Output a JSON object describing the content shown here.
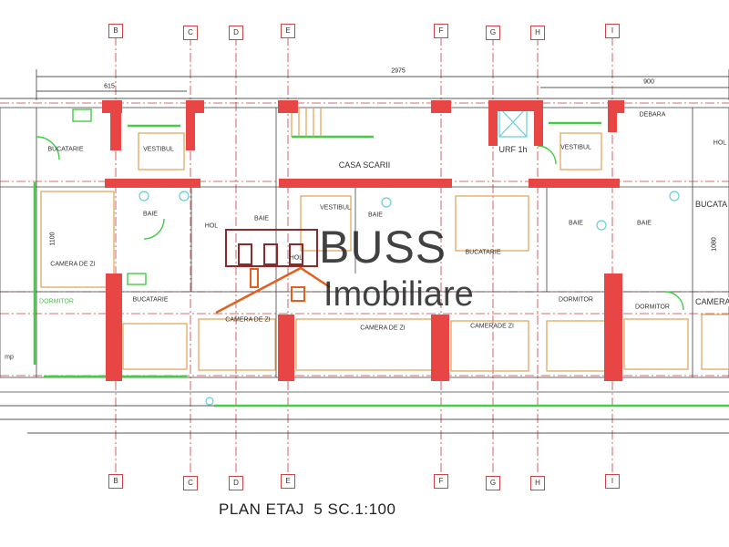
{
  "drawing": {
    "title": "PLAN ETAJ  5 SC.1:100",
    "axes": [
      "B",
      "C",
      "D",
      "E",
      "F",
      "G",
      "H",
      "I"
    ],
    "dimensions": {
      "overall": "2975",
      "left": "615",
      "right": "900",
      "left_vertical": "1100",
      "right_vertical": "1080"
    },
    "rooms": [
      {
        "name": "BUCATARIE"
      },
      {
        "name": "VESTIBUL"
      },
      {
        "name": "CASA SCARII"
      },
      {
        "name": "URF 1h"
      },
      {
        "name": "VESTIBUL"
      },
      {
        "name": "DEBARA"
      },
      {
        "name": "HOL"
      },
      {
        "name": "BUCATA"
      },
      {
        "name": "BAIE"
      },
      {
        "name": "HOL"
      },
      {
        "name": "BAIE"
      },
      {
        "name": "VESTIBUL"
      },
      {
        "name": "BAIE"
      },
      {
        "name": "HOL"
      },
      {
        "name": "BUCATARIE"
      },
      {
        "name": "BAIE"
      },
      {
        "name": "BAIE"
      },
      {
        "name": "CAMERA DE ZI"
      },
      {
        "name": "DORMITOR"
      },
      {
        "name": "BUCATARIE"
      },
      {
        "name": "CAMERA DE ZI"
      },
      {
        "name": "CAMERA DE ZI"
      },
      {
        "name": "CAMERADE ZI"
      },
      {
        "name": "DORMITOR"
      },
      {
        "name": "DORMITOR"
      },
      {
        "name": "CAMERA"
      }
    ],
    "edge_text": "mp"
  },
  "watermark": {
    "line1": "BUSS",
    "line2": "Imobiliare"
  },
  "colors": {
    "wall": "#e84545",
    "grid": "#c83c3c",
    "finish": "#e0a050",
    "fixtures": "#44cc44",
    "sanitary": "#66ccdd",
    "logo": "#e06020"
  }
}
